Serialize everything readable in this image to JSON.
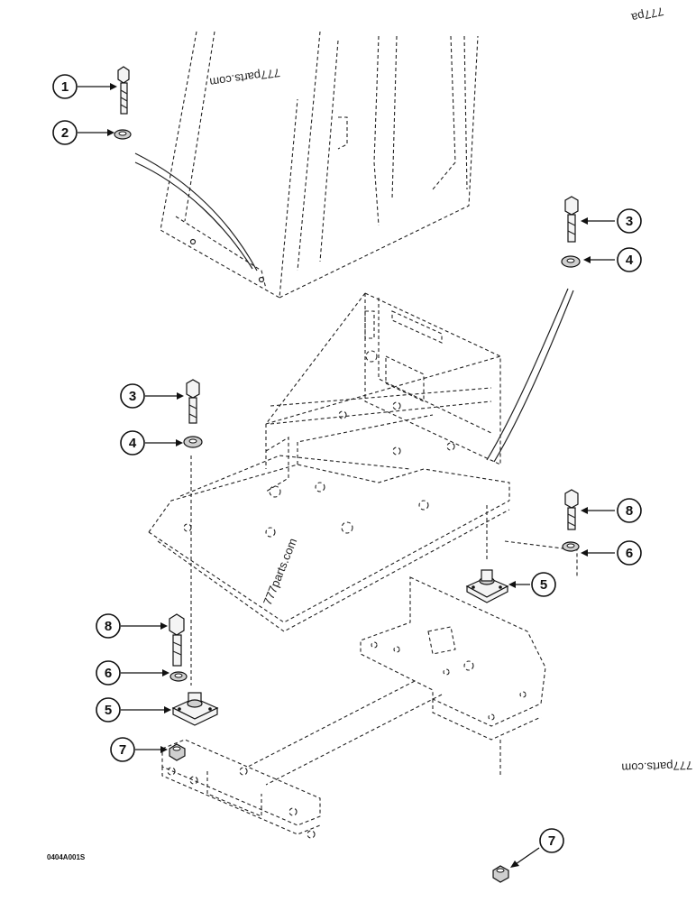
{
  "callouts": [
    {
      "id": "c1",
      "label": "1"
    },
    {
      "id": "c2",
      "label": "2"
    },
    {
      "id": "c3a",
      "label": "3"
    },
    {
      "id": "c4a",
      "label": "4"
    },
    {
      "id": "c3b",
      "label": "3"
    },
    {
      "id": "c4b",
      "label": "4"
    },
    {
      "id": "c8a",
      "label": "8"
    },
    {
      "id": "c6a",
      "label": "6"
    },
    {
      "id": "c5a",
      "label": "5"
    },
    {
      "id": "c8b",
      "label": "8"
    },
    {
      "id": "c6b",
      "label": "6"
    },
    {
      "id": "c5b",
      "label": "5"
    },
    {
      "id": "c7a",
      "label": "7"
    },
    {
      "id": "c7b",
      "label": "7"
    }
  ],
  "watermarks": {
    "w1": "777parts.com",
    "w2": "777parts.com",
    "w3": "777parts.com",
    "w4": "777pa"
  },
  "drawing_code": "0404A001S"
}
